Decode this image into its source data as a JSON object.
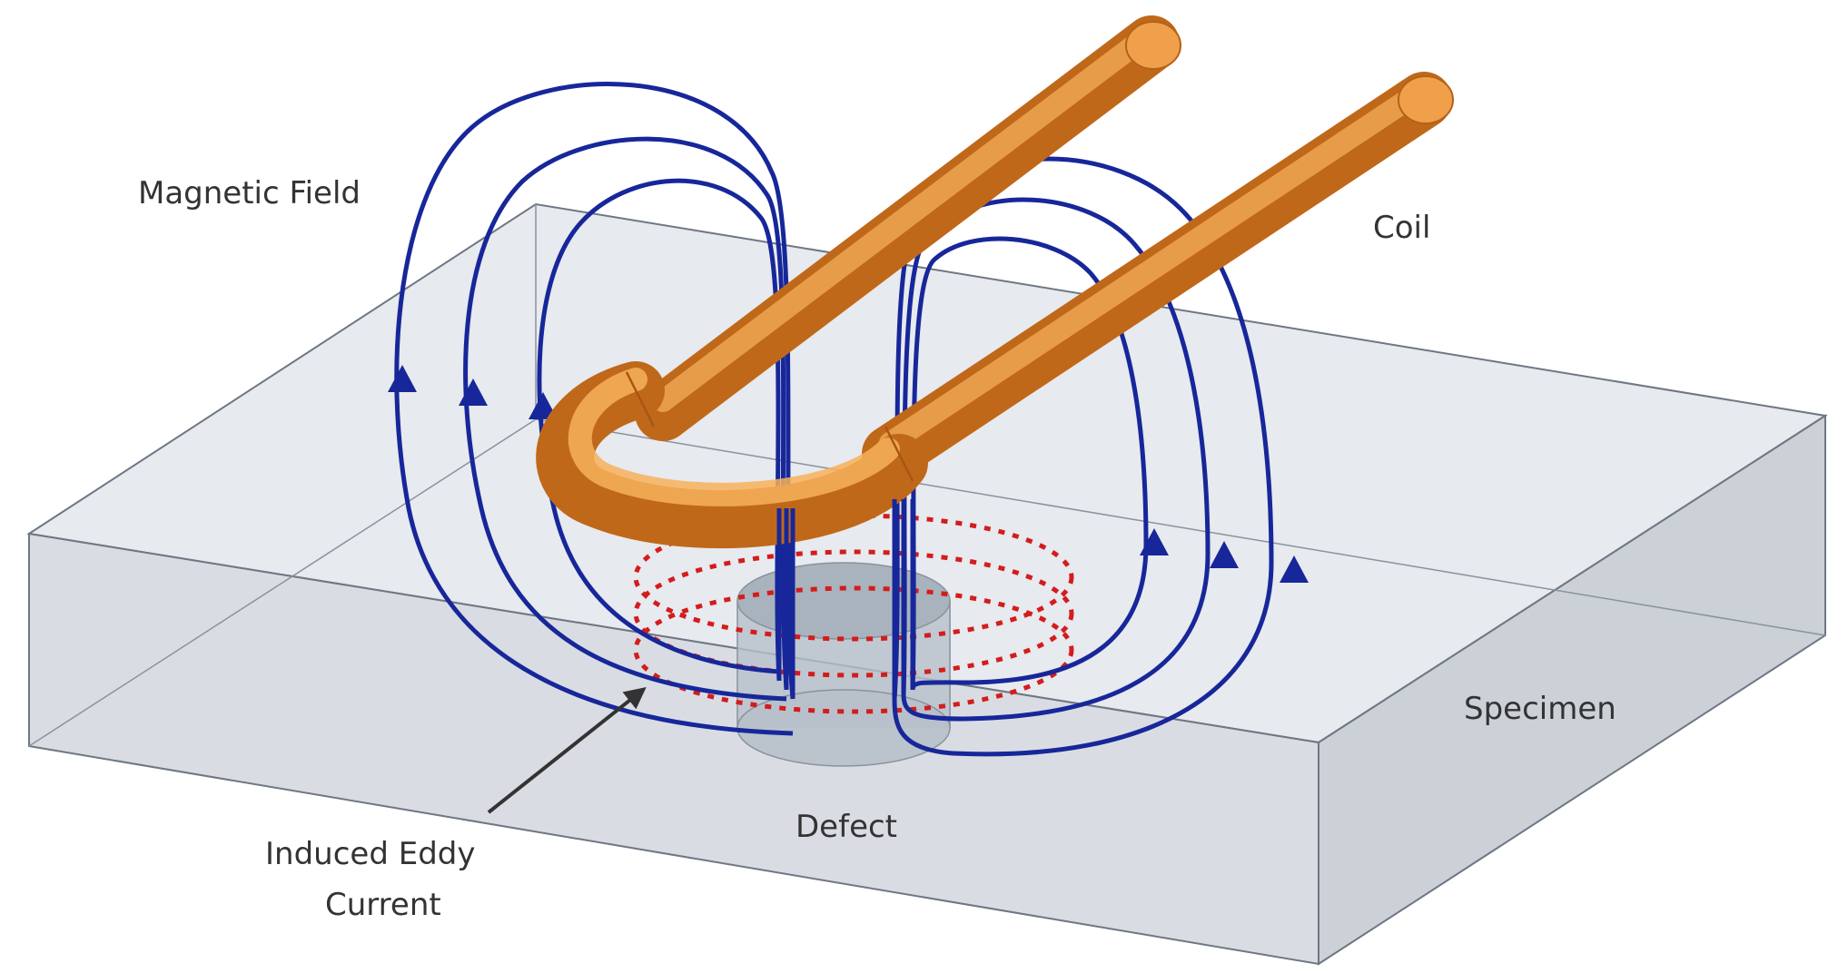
{
  "labels": {
    "magnetic_field": "Magnetic Field",
    "coil": "Coil",
    "specimen": "Specimen",
    "defect": "Defect",
    "induced_eddy_current": [
      "Induced Eddy",
      "Current"
    ]
  },
  "colors": {
    "background": "#ffffff",
    "specimen_top": "#dfe3e8",
    "specimen_front": "#cfd5dc",
    "specimen_side": "#c3c9d1",
    "specimen_edge": "#6e7783",
    "defect_fill": "#b7c0ca",
    "coil_light": "#f7b25c",
    "coil_dark": "#c06a16",
    "field_line": "#17279a",
    "eddy_current": "#d41c1c",
    "label_text": "#333333",
    "pointer_arrow": "#333333"
  },
  "icons": {
    "field_direction": "triangle-arrow-icon",
    "pointer": "arrow-icon"
  }
}
